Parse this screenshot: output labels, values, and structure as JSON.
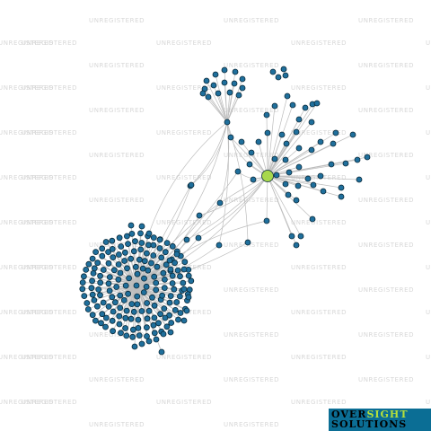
{
  "watermark": {
    "text": "UNREGISTERED"
  },
  "logo": {
    "line1_a": "OVER",
    "line1_b": "SIGHT",
    "line2": "SOLUTIONS"
  },
  "colors": {
    "node_fill": "#1f6f9c",
    "node_stroke": "#0a2a3a",
    "focus_fill": "#a8d84c",
    "edge": "#bdbdbd",
    "watermark": "#d7d7d7",
    "logo_bg": "#0b6e95"
  },
  "graph": {
    "node_count": 226,
    "focus_node": "highlighted-company"
  }
}
